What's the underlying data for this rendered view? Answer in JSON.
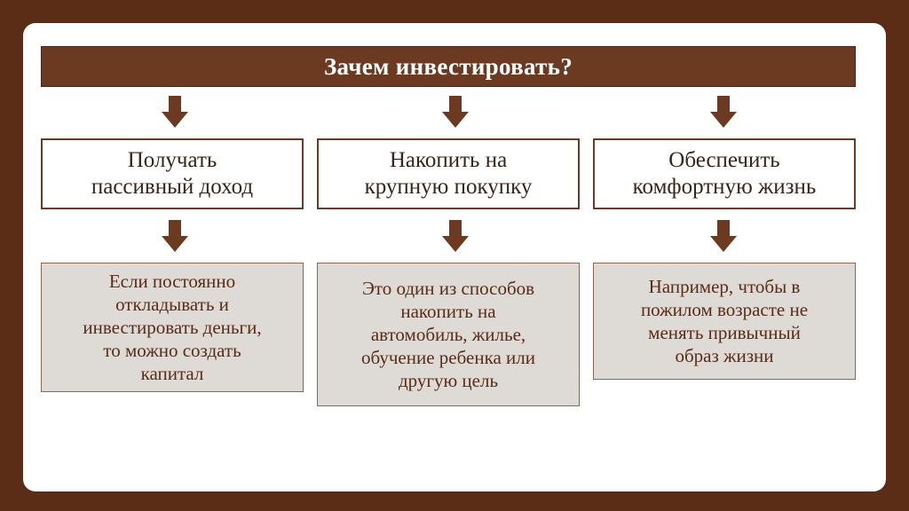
{
  "title": "Зачем инвестировать?",
  "columns": [
    {
      "heading": "Получать\nпассивный доход",
      "description": "Если постоянно\nоткладывать и\nинвестировать деньги,\nто можно создать\nкапитал"
    },
    {
      "heading": "Накопить на\nкрупную покупку",
      "description": "Это один из способов\nнакопить на\nавтомобиль, жилье,\nобучение ребенка или\nдругую цель"
    },
    {
      "heading": "Обеспечить\nкомфортную жизнь",
      "description": "Например, чтобы в\nпожилом возрасте не\nменять привычный\nобраз жизни"
    }
  ],
  "colors": {
    "background": "#5b2d17",
    "banner": "#6b3a20",
    "arrow": "#6b3a20",
    "description_fill": "#dedad6"
  }
}
